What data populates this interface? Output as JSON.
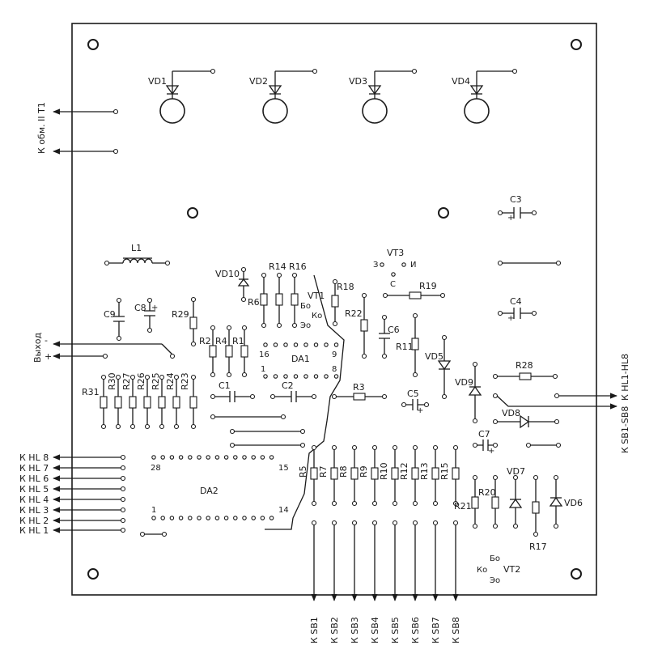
{
  "labels": {
    "vd": [
      "VD1",
      "VD2",
      "VD3",
      "VD4"
    ],
    "vd5": "VD5",
    "vd6": "VD6",
    "vd7": "VD7",
    "vd8": "VD8",
    "vd9": "VD9",
    "vd10": "VD10",
    "c1": "C1",
    "c2": "C2",
    "c3": "C3",
    "c4": "C4",
    "c5": "C5",
    "c6": "C6",
    "c7": "C7",
    "c8": "C8",
    "c9": "C9",
    "l1": "L1",
    "r": {
      "r1": "R1",
      "r2": "R2",
      "r3": "R3",
      "r4": "R4",
      "r5": "R5",
      "r6": "R6",
      "r7": "R7",
      "r8": "R8",
      "r9": "R9",
      "r10": "R10",
      "r11": "R11",
      "r12": "R12",
      "r13": "R13",
      "r14": "R14",
      "r15": "R15",
      "r16": "R16",
      "r17": "R17",
      "r18": "R18",
      "r19": "R19",
      "r20": "R20",
      "r21": "R21",
      "r22": "R22",
      "r23": "R23",
      "r24": "R24",
      "r25": "R25",
      "r26": "R26",
      "r27": "R27",
      "r28": "R28",
      "r29": "R29",
      "r30": "R30",
      "r31": "R31"
    },
    "vt1": "VT1",
    "vt2": "VT2",
    "vt3": "VT3",
    "da1": "DA1",
    "da2": "DA2",
    "vt_b": "Бо",
    "vt_k": "Ко",
    "vt_e": "Эо",
    "vt3_z": "З",
    "vt3_i": "И",
    "vt3_c": "С"
  },
  "pins": {
    "da1": {
      "p16": "16",
      "p9": "9",
      "p1": "1",
      "p8": "8"
    },
    "da2": {
      "p28": "28",
      "p15": "15",
      "p1": "1",
      "p14": "14"
    }
  },
  "connectors": {
    "winding": "К обм. II Т1",
    "output": "Выход",
    "output_minus": "-",
    "output_plus": "+",
    "plus": "+",
    "hl_lines": [
      "К HL 8",
      "К HL 7",
      "К HL 6",
      "К HL 5",
      "К HL 4",
      "К HL 3",
      "К HL 2",
      "К HL 1"
    ],
    "hl_bus": "К HL1-HL8",
    "sb_bus": "К SB1-SB8",
    "sb_lines": [
      "К SB1",
      "К SB2",
      "К SB3",
      "К SB4",
      "К SB5",
      "К SB6",
      "К SB7",
      "К SB8"
    ]
  }
}
